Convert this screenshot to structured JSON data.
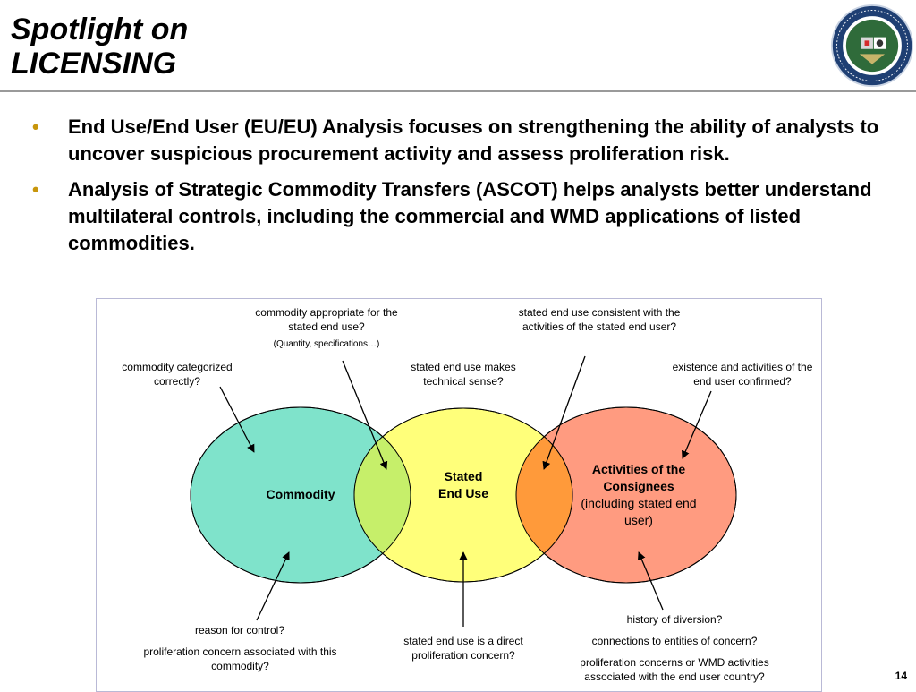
{
  "slide": {
    "title_line1": "Spotlight on",
    "title_line2": "LICENSING",
    "page_number": "14"
  },
  "bullets": [
    "End Use/End User (EU/EU) Analysis focuses on strengthening the ability of analysts to uncover suspicious procurement activity and assess proliferation risk.",
    "Analysis of Strategic Commodity Transfers (ASCOT) helps analysts better understand multilateral controls, including the commercial and WMD applications of listed commodities."
  ],
  "diagram": {
    "circles": {
      "commodity": "Commodity",
      "stated_end_use": "Stated End Use",
      "consignees_title": "Activities of the Consignees",
      "consignees_sub": "(including stated end user)"
    },
    "labels": {
      "appropriate": "commodity appropriate for the stated end use?",
      "appropriate_sub": "(Quantity, specifications…)",
      "consistent": "stated end use consistent with the activities of the stated end user?",
      "categorized": "commodity categorized correctly?",
      "technical": "stated end use makes technical sense?",
      "existence": "existence and activities of the end user confirmed?",
      "control_reason": "reason for control?",
      "prolif_concern": "proliferation concern associated with this commodity?",
      "direct_concern": "stated end use is a direct proliferation concern?",
      "diversion": "history of diversion?",
      "entities": "connections to entities of concern?",
      "country": "proliferation concerns or WMD activities associated with the end user country?"
    },
    "colors": {
      "commodity": "#7fe3cb",
      "stated_end_use": "#ffff7a",
      "consignees": "#ff9b80",
      "overlap_left": "#c6ef6a",
      "overlap_right": "#ff9a3a",
      "bullet": "#c8960c"
    }
  }
}
